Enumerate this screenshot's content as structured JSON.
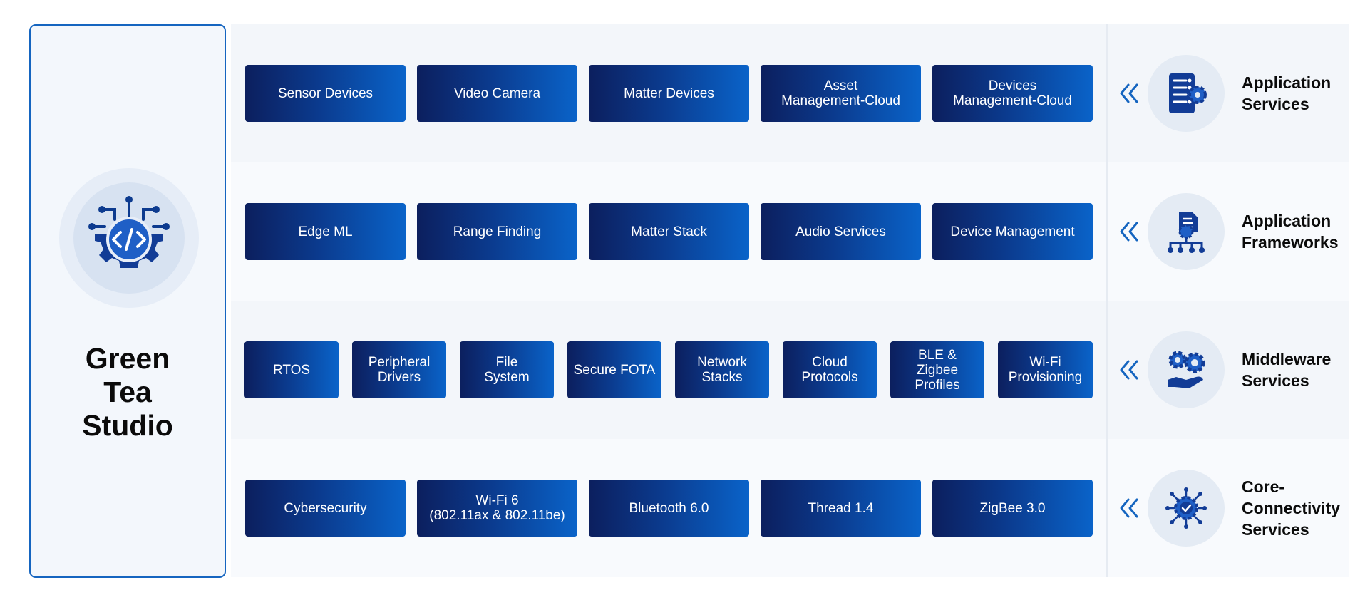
{
  "studio": {
    "title": "Green\nTea\nStudio"
  },
  "colors": {
    "accent": "#1565c0",
    "box_dark": "#0c1f5e",
    "box_light": "#0a63c9"
  },
  "layers": [
    {
      "label": "Application\nServices",
      "icon": "server-gear-icon",
      "boxes": [
        "Sensor Devices",
        "Video Camera",
        "Matter Devices",
        "Asset\nManagement-Cloud",
        "Devices\nManagement-Cloud"
      ]
    },
    {
      "label": "Application\nFrameworks",
      "icon": "document-network-icon",
      "boxes": [
        "Edge ML",
        "Range Finding",
        "Matter Stack",
        "Audio Services",
        "Device Management"
      ]
    },
    {
      "label": "Middleware\nServices",
      "icon": "gears-hand-icon",
      "boxes": [
        "RTOS",
        "Peripheral\nDrivers",
        "File\nSystem",
        "Secure FOTA",
        "Network\nStacks",
        "Cloud\nProtocols",
        "BLE &\nZigbee\nProfiles",
        "Wi-Fi\nProvisioning"
      ]
    },
    {
      "label": "Core-\nConnectivity\nServices",
      "icon": "circuit-check-icon",
      "boxes": [
        "Cybersecurity",
        "Wi-Fi 6\n(802.11ax & 802.11be)",
        "Bluetooth 6.0",
        "Thread 1.4",
        "ZigBee 3.0"
      ]
    }
  ]
}
